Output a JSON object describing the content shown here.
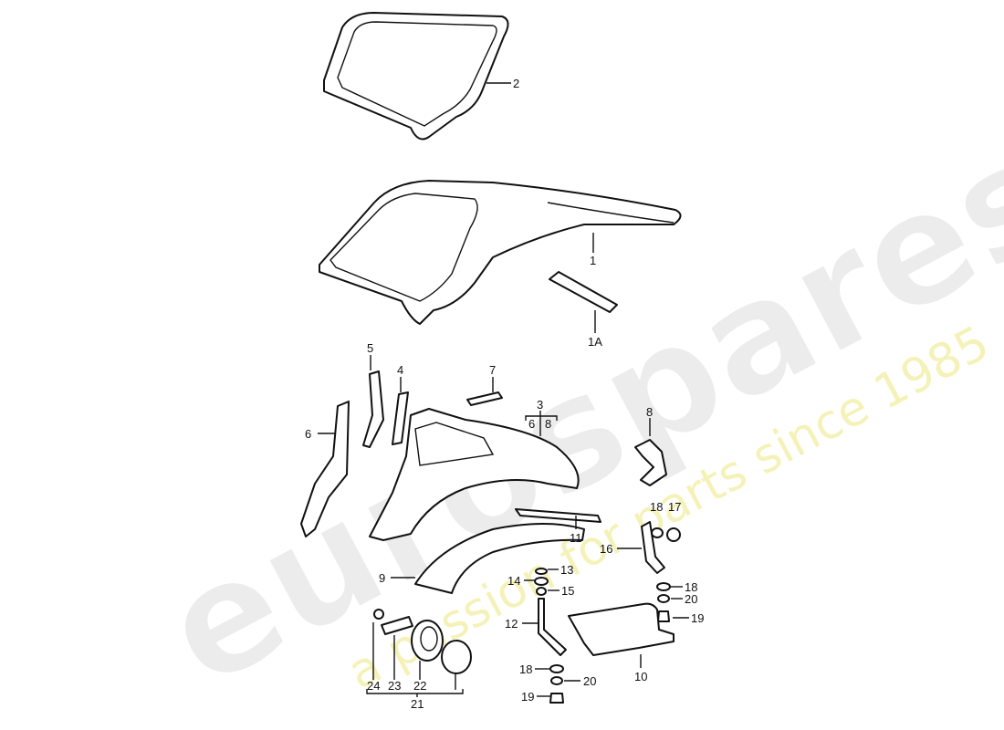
{
  "watermark": {
    "brand": "eurospares",
    "tagline": "a passion for parts since 1985",
    "brand_color": "#e6e6e6",
    "tagline_color": "#f2ee9c"
  },
  "labels": {
    "l2": "2",
    "l1": "1",
    "l1a": "1A",
    "l5": "5",
    "l4": "4",
    "l7": "7",
    "l3": "3",
    "l3a": "6",
    "l3b": "8",
    "l8": "8",
    "l6": "6",
    "l9": "9",
    "l11": "11",
    "l18a": "18",
    "l17": "17",
    "l16": "16",
    "l13": "13",
    "l14": "14",
    "l15": "15",
    "l18b": "18",
    "l20a": "20",
    "l19a": "19",
    "l12": "12",
    "l10": "10",
    "l18c": "18",
    "l20b": "20",
    "l19b": "19",
    "l24": "24",
    "l23": "23",
    "l22": "22",
    "l21": "21"
  }
}
